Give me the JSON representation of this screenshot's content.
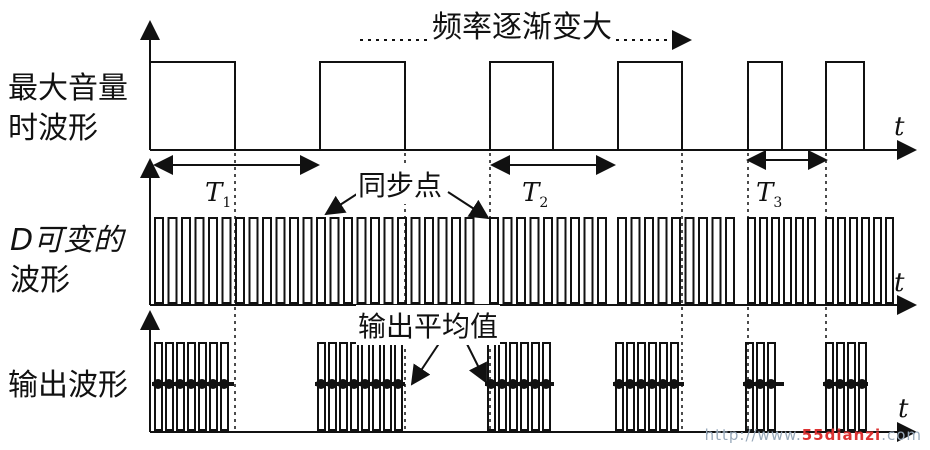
{
  "title_top": "频率逐渐变大",
  "rows": [
    {
      "label_line1": "最大音量",
      "label_line2": "时波形"
    },
    {
      "label_line1": "D可变的",
      "label_line2": "波形"
    },
    {
      "label_line1": "输出波形",
      "label_line2": ""
    }
  ],
  "axis_label": "t",
  "annotations": {
    "sync_point": "同步点",
    "output_average": "输出平均值"
  },
  "periods": [
    {
      "name": "T",
      "sub": "1"
    },
    {
      "name": "T",
      "sub": "2"
    },
    {
      "name": "T",
      "sub": "3"
    }
  ],
  "watermark": {
    "prefix": "http://www.",
    "brand": "55dianzi",
    "suffix": ".com"
  },
  "colors": {
    "line": "#111111",
    "dots": "#111111",
    "watermark": "#cc3333"
  }
}
